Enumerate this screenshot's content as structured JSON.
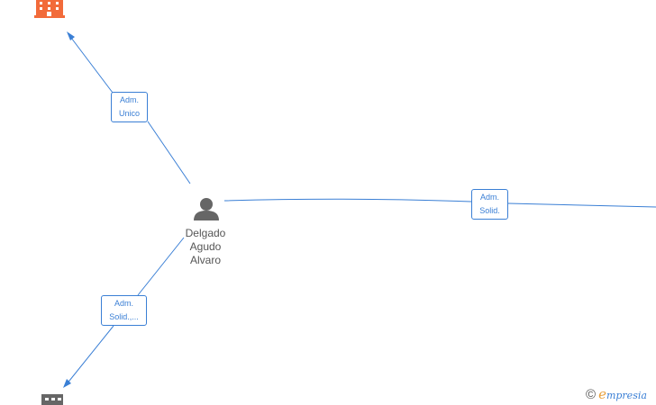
{
  "person": {
    "name_lines": [
      "Delgado",
      "Agudo",
      "Alvaro"
    ],
    "icon": "person-icon"
  },
  "nodes": {
    "top_company": {
      "icon": "building-icon",
      "color": "#f26b3a"
    },
    "bottom_company": {
      "icon": "building-icon",
      "color": "#666666"
    }
  },
  "edges": [
    {
      "label_lines": [
        "Adm.",
        "Unico"
      ],
      "target": "top_company"
    },
    {
      "label_lines": [
        "Adm.",
        "Solid."
      ],
      "target": "right_offscreen"
    },
    {
      "label_lines": [
        "Adm.",
        "Solid.,..."
      ],
      "target": "bottom_company"
    }
  ],
  "colors": {
    "edge": "#3a7fd5",
    "person": "#666666"
  },
  "watermark": {
    "copyright": "©",
    "brand_first": "e",
    "brand_rest": "mpresia"
  }
}
